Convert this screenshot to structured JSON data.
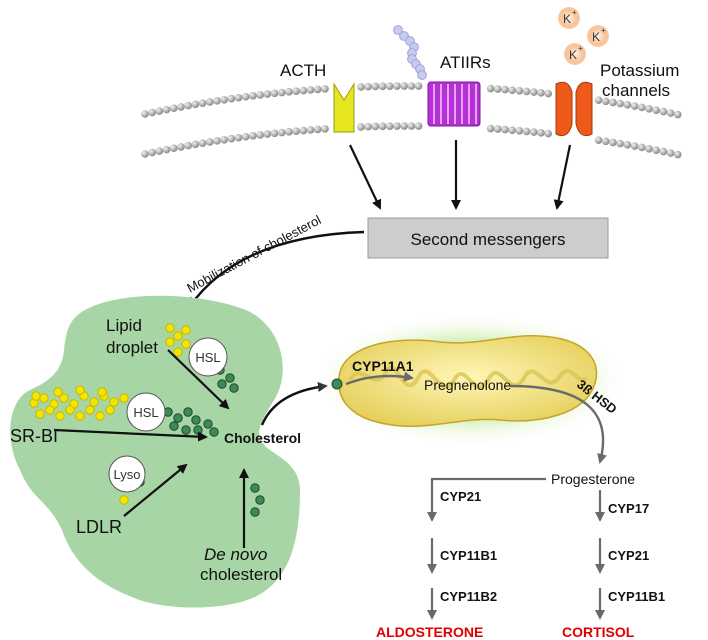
{
  "receptors": {
    "acth": "ACTH",
    "atiirs": "ATIIRs",
    "potassium_line1": "Potassium",
    "potassium_line2": "channels",
    "ion": "K",
    "ion_charge": "+"
  },
  "second_messengers": "Second messengers",
  "mobilization": "Mobilization of cholesterol",
  "cell": {
    "lipid_line1": "Lipid",
    "lipid_line2": "droplet",
    "hsl": "HSL",
    "srbi": "SR-BI",
    "lyso": "Lyso",
    "ldlr": "LDLR",
    "denovo_line1": "De novo",
    "denovo_line2": "cholesterol",
    "cholesterol": "Cholesterol"
  },
  "mito": {
    "enzyme": "CYP11A1",
    "product": "Pregnenolone",
    "hsd": "3ß HSD"
  },
  "pathway": {
    "progesterone": "Progesterone",
    "left": [
      "CYP21",
      "CYP11B1",
      "CYP11B2"
    ],
    "right": [
      "CYP17",
      "CYP21",
      "CYP11B1"
    ],
    "left_product": "ALDOSTERONE",
    "right_product": "CORTISOL"
  },
  "colors": {
    "cell": "#a8d5a6",
    "lipid": "#f2e600",
    "droplet_dot": "#3c8a58",
    "receptor_acth": "#e6e61e",
    "receptor_atiir": "#b62fd8",
    "receptor_k": "#ee5a1a",
    "product_red": "#e00000"
  }
}
